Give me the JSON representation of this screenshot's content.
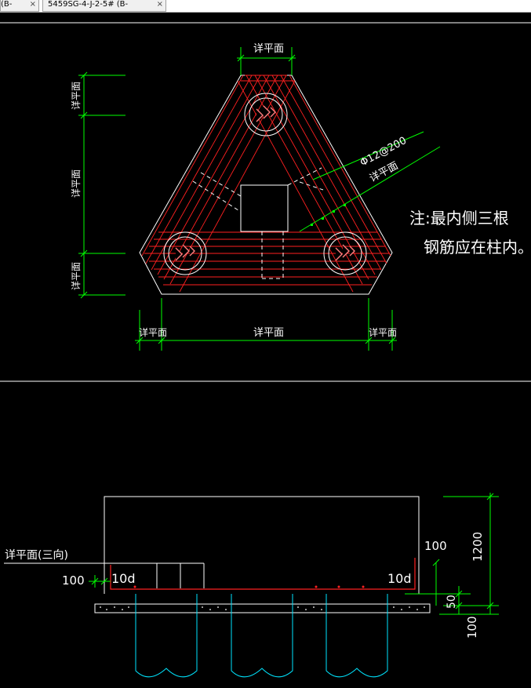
{
  "tabs": [
    {
      "label": "(B-",
      "close": "×"
    },
    {
      "label": "5459SG-4-J-2-5# (B-",
      "close": "×"
    }
  ],
  "plan": {
    "dim_top": "详平面",
    "dim_left_top": "详平面",
    "dim_left_mid": "详平面",
    "dim_left_bot": "详平面",
    "dim_bottom_left": "详平面",
    "dim_bottom_mid": "详平面",
    "dim_bottom_right": "详平面",
    "rebar_label": "Φ12@200",
    "rebar_label2": "详平面",
    "note_line1": "注:最内侧三根",
    "note_line2": "钢筋应在柱内。"
  },
  "section": {
    "leader_label": "详平面(三向)",
    "dim_100_left": "100",
    "anchor_left": "10d",
    "anchor_right": "10d",
    "dim_100_right": "100",
    "dim_1200": "1200",
    "dim_50": "50",
    "dim_100_bottom": "100"
  },
  "colors": {
    "background": "#000000",
    "outline": "#ffffff",
    "rebar": "#ff2020",
    "dimension": "#00ff00",
    "pile": "#00e5ff"
  }
}
